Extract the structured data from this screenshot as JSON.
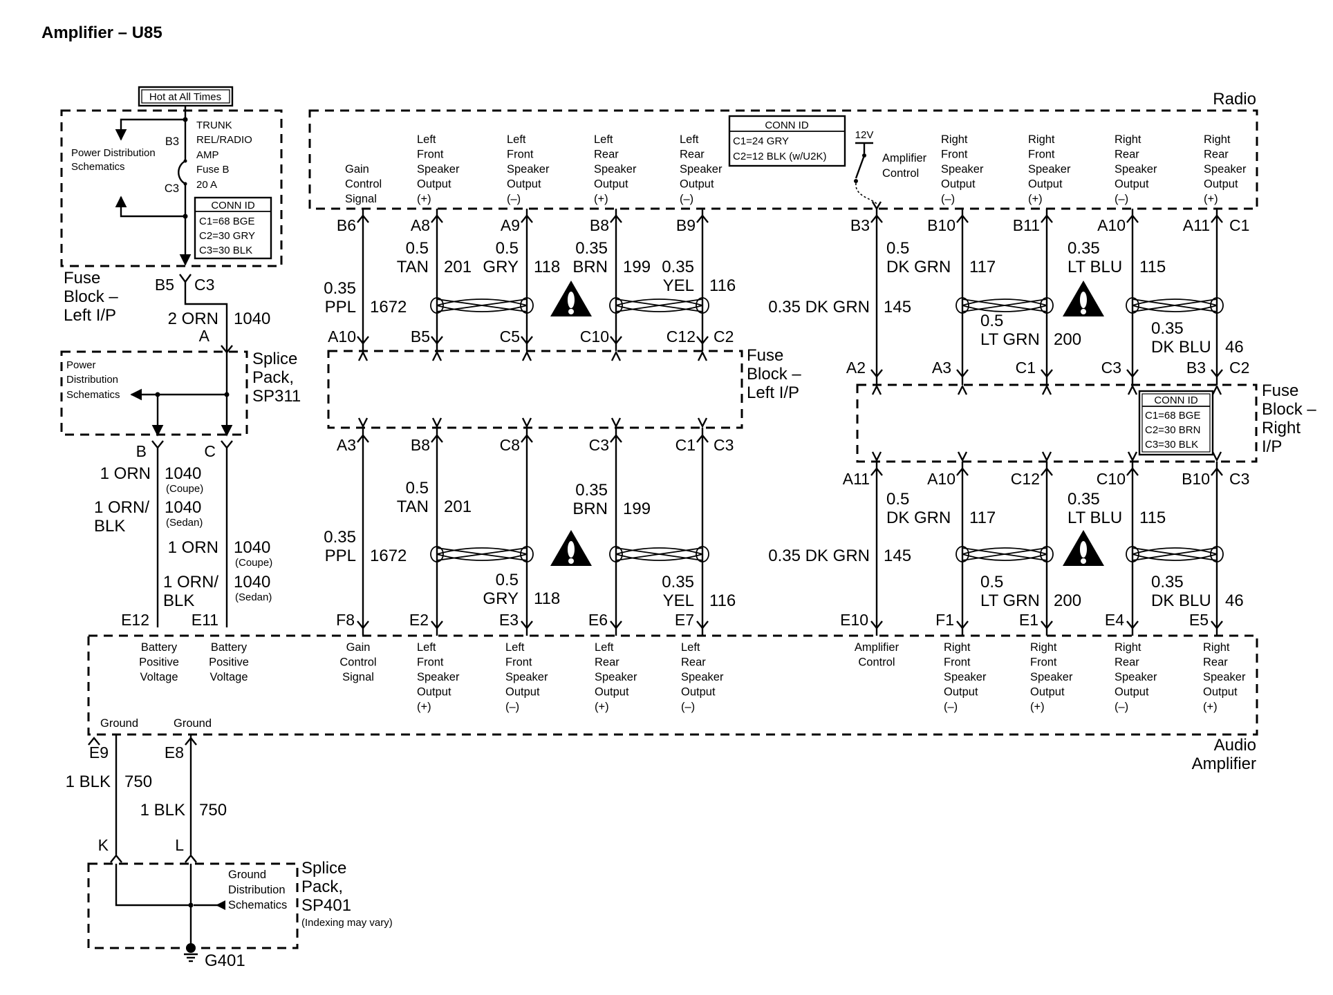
{
  "title": "Amplifier – U85",
  "hot_label": "Hot at All Times",
  "fuse_panel": {
    "power_dist": [
      "Power Distribution",
      "Schematics"
    ],
    "b3": "B3",
    "c3": "C3",
    "fuse_name": [
      "TRUNK",
      "REL/RADIO",
      "AMP",
      "Fuse B",
      "20 A"
    ],
    "conn_title": "CONN ID",
    "conn_lines": [
      "C1=68 BGE",
      "C2=30 GRY",
      "C3=30 BLK"
    ],
    "block_name": [
      "Fuse",
      "Block –",
      "Left I/P"
    ],
    "pin_b5": "B5",
    "pin_c3": "C3"
  },
  "wire_2orn": "2 ORN",
  "circuit_1040": "1040",
  "pin_a": "A",
  "splice_sp311": {
    "power_dist": [
      "Power",
      "Distribution",
      "Schematics"
    ],
    "name": [
      "Splice",
      "Pack,",
      "SP311"
    ],
    "pin_b": "B",
    "pin_c": "C"
  },
  "battery_wires": {
    "w1": "1 ORN",
    "c1": "1040",
    "n1": "(Coupe)",
    "w2": [
      "1 ORN/",
      "BLK"
    ],
    "c2": "1040",
    "n2": "(Sedan)",
    "w3": "1 ORN",
    "c3": "1040",
    "n3": "(Coupe)",
    "w4": [
      "1 ORN/",
      "BLK"
    ],
    "c4": "1040",
    "n4": "(Sedan)"
  },
  "radio": {
    "name": "Radio",
    "conn_title": "CONN ID",
    "conn_lines": [
      "C1=24 GRY",
      "C2=12 BLK (w/U2K)"
    ],
    "v12": "12V",
    "amp_control": [
      "Amplifier",
      "Control"
    ],
    "labels": [
      [
        "Gain",
        "Control",
        "Signal"
      ],
      [
        "Left",
        "Front",
        "Speaker",
        "Output",
        "(+)"
      ],
      [
        "Left",
        "Front",
        "Speaker",
        "Output",
        "(–)"
      ],
      [
        "Left",
        "Rear",
        "Speaker",
        "Output",
        "(+)"
      ],
      [
        "Left",
        "Rear",
        "Speaker",
        "Output",
        "(–)"
      ],
      [
        "Right",
        "Front",
        "Speaker",
        "Output",
        "(–)"
      ],
      [
        "Right",
        "Front",
        "Speaker",
        "Output",
        "(+)"
      ],
      [
        "Right",
        "Rear",
        "Speaker",
        "Output",
        "(–)"
      ],
      [
        "Right",
        "Rear",
        "Speaker",
        "Output",
        "(+)"
      ]
    ],
    "pins": [
      "B6",
      "A8",
      "A9",
      "B8",
      "B9",
      "B3",
      "B10",
      "B11",
      "A10",
      "A11"
    ],
    "conn_c1": "C1"
  },
  "upper_left_wires": {
    "ppl": [
      "0.35",
      "PPL"
    ],
    "ppl_c": "1672",
    "tan": [
      "0.5",
      "TAN"
    ],
    "tan_c": "201",
    "gry": [
      "0.5",
      "GRY"
    ],
    "gry_c": "118",
    "brn": [
      "0.35",
      "BRN"
    ],
    "brn_c": "199",
    "yel": [
      "0.35",
      "YEL"
    ],
    "yel_c": "116"
  },
  "upper_right_wires": {
    "dkgrn_single": "0.35 DK GRN",
    "dkgrn_single_c": "145",
    "dkgrn": [
      "0.5",
      "DK GRN"
    ],
    "dkgrn_c": "117",
    "ltgrn": [
      "0.5",
      "LT GRN"
    ],
    "ltgrn_c": "200",
    "ltblu": [
      "0.35",
      "LT BLU"
    ],
    "ltblu_c": "115",
    "dkblu": [
      "0.35",
      "DK BLU"
    ],
    "dkblu_c": "46"
  },
  "fuse_left_ip": {
    "name": [
      "Fuse",
      "Block –",
      "Left I/P"
    ],
    "top_pins": [
      "A10",
      "B5",
      "C5",
      "C10",
      "C12",
      "C2"
    ],
    "bottom_pins": [
      "A3",
      "B8",
      "C8",
      "C3",
      "C1",
      "C3"
    ]
  },
  "fuse_right_ip": {
    "name": [
      "Fuse",
      "Block –",
      "Right",
      "I/P"
    ],
    "conn_title": "CONN ID",
    "conn_lines": [
      "C1=68 BGE",
      "C2=30 BRN",
      "C3=30 BLK"
    ],
    "top_pins": [
      "A2",
      "A3",
      "C1",
      "C3",
      "B3",
      "C2"
    ],
    "bottom_pins": [
      "A11",
      "A10",
      "C12",
      "C10",
      "B10",
      "C3"
    ]
  },
  "lower_left_wires": {
    "ppl": [
      "0.35",
      "PPL"
    ],
    "ppl_c": "1672",
    "tan": [
      "0.5",
      "TAN"
    ],
    "tan_c": "201",
    "brn": [
      "0.35",
      "BRN"
    ],
    "brn_c": "199",
    "gry": [
      "0.5",
      "GRY"
    ],
    "gry_c": "118",
    "yel": [
      "0.35",
      "YEL"
    ],
    "yel_c": "116"
  },
  "lower_right_wires": {
    "dkgrn_single": "0.35 DK GRN",
    "dkgrn_single_c": "145",
    "dkgrn": [
      "0.5",
      "DK GRN"
    ],
    "dkgrn_c": "117",
    "ltgrn": [
      "0.5",
      "LT GRN"
    ],
    "ltgrn_c": "200",
    "ltblu": [
      "0.35",
      "LT BLU"
    ],
    "ltblu_c": "115",
    "dkblu": [
      "0.35",
      "DK BLU"
    ],
    "dkblu_c": "46"
  },
  "amplifier": {
    "name": [
      "Audio",
      "Amplifier"
    ],
    "pins": [
      "E12",
      "E11",
      "F8",
      "E2",
      "E3",
      "E6",
      "E7",
      "E10",
      "F1",
      "E1",
      "E4",
      "E5"
    ],
    "labels": [
      [
        "Battery",
        "Positive",
        "Voltage"
      ],
      [
        "Battery",
        "Positive",
        "Voltage"
      ],
      [
        "Gain",
        "Control",
        "Signal"
      ],
      [
        "Left",
        "Front",
        "Speaker",
        "Output",
        "(+)"
      ],
      [
        "Left",
        "Front",
        "Speaker",
        "Output",
        "(–)"
      ],
      [
        "Left",
        "Rear",
        "Speaker",
        "Output",
        "(+)"
      ],
      [
        "Left",
        "Rear",
        "Speaker",
        "Output",
        "(–)"
      ],
      [
        "Amplifier",
        "Control"
      ],
      [
        "Right",
        "Front",
        "Speaker",
        "Output",
        "(–)"
      ],
      [
        "Right",
        "Front",
        "Speaker",
        "Output",
        "(+)"
      ],
      [
        "Right",
        "Rear",
        "Speaker",
        "Output",
        "(–)"
      ],
      [
        "Right",
        "Rear",
        "Speaker",
        "Output",
        "(+)"
      ]
    ],
    "ground1": "Ground",
    "ground2": "Ground",
    "pin_e9": "E9",
    "pin_e8": "E8"
  },
  "ground_wires": {
    "w1": "1 BLK",
    "c1": "750",
    "w2": "1 BLK",
    "c2": "750",
    "pin_k": "K",
    "pin_l": "L"
  },
  "splice_sp401": {
    "ground_dist": [
      "Ground",
      "Distribution",
      "Schematics"
    ],
    "name": [
      "Splice",
      "Pack,",
      "SP401"
    ],
    "note": "(Indexing may vary)",
    "ground_id": "G401"
  }
}
